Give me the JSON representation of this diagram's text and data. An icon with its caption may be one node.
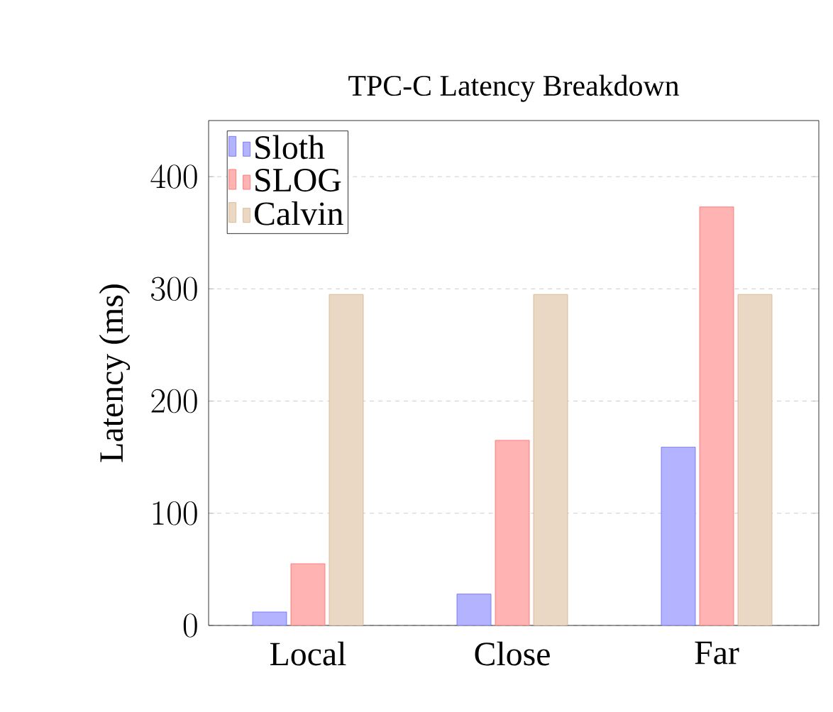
{
  "diagram": {
    "chart_data": {
      "type": "bar",
      "title": "TPC-C Latency Breakdown",
      "ylabel": "Latency (ms)",
      "categories": [
        "Local",
        "Close",
        "Far"
      ],
      "series": [
        {
          "name": "Sloth",
          "color": "#b3b3ff",
          "values": [
            12,
            28,
            159
          ]
        },
        {
          "name": "SLOG",
          "color": "#ffb3b3",
          "values": [
            55,
            165,
            373
          ]
        },
        {
          "name": "Calvin",
          "color": "#ead8c4",
          "values": [
            295,
            295,
            295
          ]
        }
      ],
      "ylim": [
        0,
        450
      ],
      "yticks": [
        0,
        100,
        200,
        300,
        400
      ],
      "grid": true,
      "legend": true
    }
  }
}
